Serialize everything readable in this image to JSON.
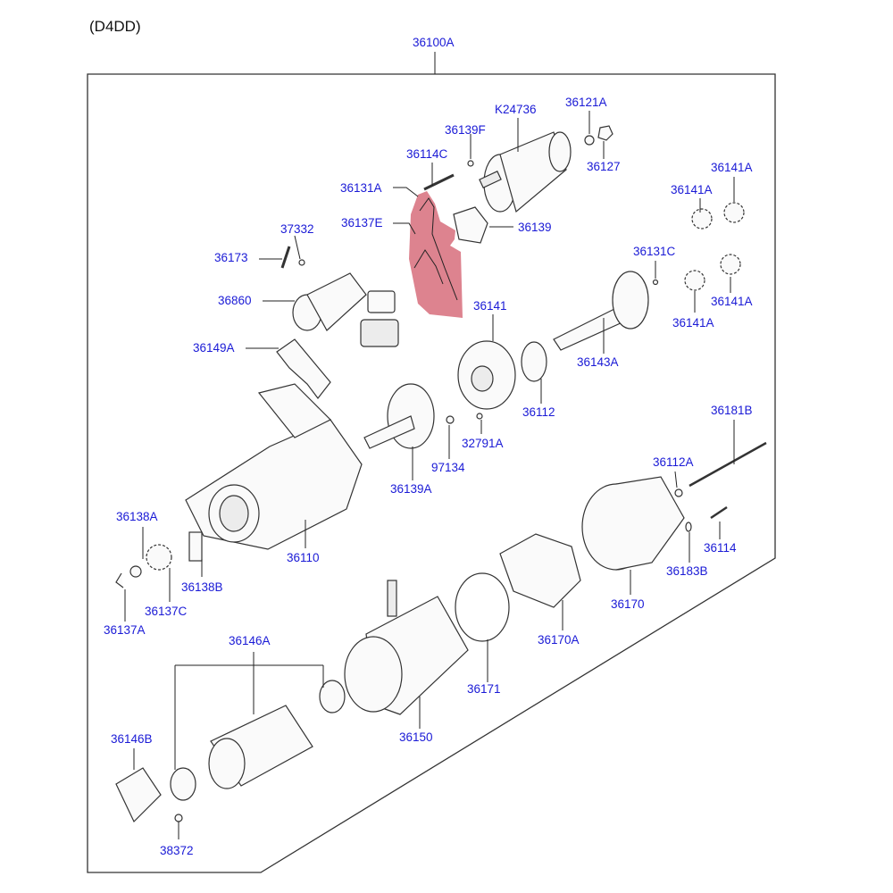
{
  "diagram": {
    "title": "(D4DD)",
    "highlight_color": "#d4606f",
    "label_color": "#1a1ad6",
    "part_labels": {
      "assembly": "36100A",
      "k24736": "K24736",
      "p36121A": "36121A",
      "p36139F": "36139F",
      "p36127": "36127",
      "p36114C": "36114C",
      "p36131A": "36131A",
      "p36137E": "36137E",
      "p36139": "36139",
      "p36141A_1": "36141A",
      "p36141A_2": "36141A",
      "p36141A_3": "36141A",
      "p36141A_4": "36141A",
      "p37332": "37332",
      "p36173": "36173",
      "p36860": "36860",
      "p36131C": "36131C",
      "p36141": "36141",
      "p36149A": "36149A",
      "p36143A": "36143A",
      "p36112": "36112",
      "p32791A": "32791A",
      "p97134": "97134",
      "p36139A": "36139A",
      "p36181B": "36181B",
      "p36112A": "36112A",
      "p36110": "36110",
      "p36138A": "36138A",
      "p36138B": "36138B",
      "p36137C": "36137C",
      "p36137A": "36137A",
      "p36114": "36114",
      "p36183B": "36183B",
      "p36170": "36170",
      "p36170A": "36170A",
      "p36146A": "36146A",
      "p36171": "36171",
      "p36150": "36150",
      "p36146B": "36146B",
      "p38372": "38372"
    }
  }
}
